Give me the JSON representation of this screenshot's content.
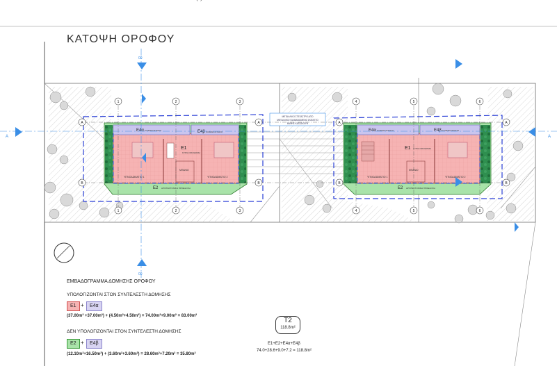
{
  "title": "ΚΑΤΟΨΗ ΟΡΟΦΟΥ",
  "header_mark": "(..)",
  "grid_axes": {
    "columns_left": [
      "1",
      "2",
      "3"
    ],
    "columns_right": [
      "4",
      "5",
      "6"
    ],
    "rows": [
      "A",
      "B"
    ]
  },
  "section_marks": [
    "A",
    "A",
    "00",
    "00"
  ],
  "room_labels": {
    "left": {
      "e4a": "E4α",
      "e4a_note": "ΚΛΙΜΑΚΟΣΤΑΣΙΟ",
      "e4b": "E4β",
      "e4b_note": "ΚΛΙΜΑΚΟΣΤΑΣΙΟ",
      "e1": "E1",
      "e1_note": "ΚΥΡΙΑ ΟΙΚΟΔΟΜΗ",
      "bathroom": "ΜΠΑΝΙΟ",
      "bedroom1": "ΥΠΝΟΔΩΜΑΤΙΟ 1",
      "bedroom2": "ΥΠΝΟΔΩΜΑΤΙΟ 2",
      "e2": "E2",
      "e2_note": "ΑΡΧΙΤΕΚΤΟΝΙΚΗ ΠΡΟΕΞΟΧΗ"
    },
    "right": {
      "e4a": "E4α",
      "e4a_note": "ΚΛΙΜΑΚΟΣΤΑΣΙΟ",
      "e4b": "E4β",
      "e4b_note": "ΚΛΙΜΑΚΟΣΤΑΣΙΟ",
      "e1": "E1",
      "e1_note": "ΚΥΡΙΑ ΟΙΚΟΔΟΜΗ",
      "bathroom": "ΜΠΑΝΙΟ",
      "bedroom1": "ΥΠΝΟΔΩΜΑΤΙΟ 1",
      "bedroom2": "ΥΠΝΟΔΩΜΑΤΙΟ 2",
      "e2": "E2",
      "e2_note": "ΑΡΧΙΤΕΚΤΟΝΙΚΗ ΠΡΟΕΞΟΧΗ"
    }
  },
  "pergola_note": [
    "ΜΕΤΑΛΛΙΚΟ ΣΤΕΓΑΣΤΡΟ ΑΠΟ",
    "ΜΕΤΑΛΛΙΚΟ ΓΑΛΒΑΝΙΣΜΕΝΟ ΣΚΕΛΕΤΟ",
    "ΒΑΦΗΣ ΚΑΤΑΣΚΕΥΗ"
  ],
  "legend": {
    "heading": "ΕΜΒΑΔΟΓΡΑΜΜΑ ΔΟΜΗΣΗΣ ΟΡΟΦΟΥ",
    "counted_heading": "ΥΠΟΛΟΓΙΖΟΝΤΑΙ ΣΤΟΝ ΣΥΝΤΕΛΕΣΤΗ ΔΟΜΗΣΗΣ",
    "counted_tags": [
      "E1",
      "E4α"
    ],
    "counted_formula": "(37.00m² +37.00m²) + (4.50m²+4.50m²) = 74.00m²+9.00m² = 83.00m²",
    "not_counted_heading": "ΔΕΝ ΥΠΟΛΟΓΙΖΟΝΤΑΙ ΣΤΟΝ ΣΥΝΤΕΛΕΣΤΗ ΔΟΜΗΣΗΣ",
    "not_counted_tags": [
      "E2",
      "E4β"
    ],
    "not_counted_formula": "(12.10m²+16.50m²) + (3.60m²+3.60m²) = 28.60m²+7.20m² = 35.80m²",
    "plus": "+"
  },
  "total_badge": {
    "label": "T2",
    "value": "118.8m²",
    "formula_line1": "E1+E2+E4α+E4β",
    "formula_line2": "74.0+28.6+9.0+7.2 = 118.8m²"
  },
  "colors": {
    "e1": "#f6b3b3",
    "e4": "#c9c5ef",
    "e2": "#a9e3a9",
    "section_arrow": "#3a8ee6",
    "dash_outline": "#2a3fd6"
  }
}
